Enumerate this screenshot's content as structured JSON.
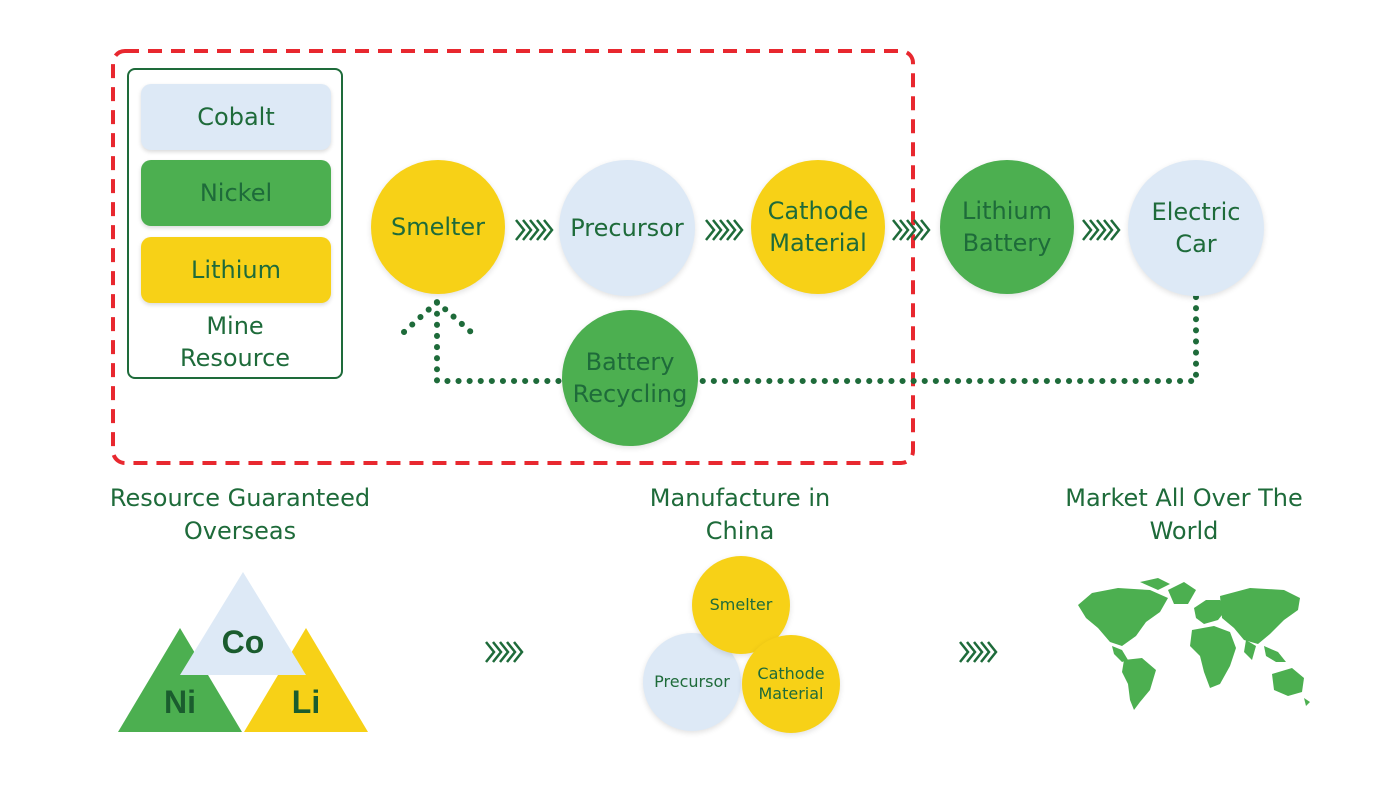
{
  "colors": {
    "green": "#4caf50",
    "yellow": "#f7d117",
    "light_blue": "#dde9f6",
    "dark_green": "#1e6b3a",
    "red_dashed": "#e8282f"
  },
  "mine": {
    "items": [
      "Cobalt",
      "Nickel",
      "Lithium"
    ],
    "label_line1": "Mine",
    "label_line2": "Resource"
  },
  "flow": {
    "smelter": "Smelter",
    "precursor": "Precursor",
    "cathode_line1": "Cathode",
    "cathode_line2": "Material",
    "battery_line1": "Lithium",
    "battery_line2": "Battery",
    "car_line1": "Electric",
    "car_line2": "Car",
    "recycling_line1": "Battery",
    "recycling_line2": "Recycling"
  },
  "sections": {
    "resource_line1": "Resource Guaranteed",
    "resource_line2": "Overseas",
    "manufacture_line1": "Manufacture in",
    "manufacture_line2": "China",
    "market_line1": "Market All Over The",
    "market_line2": "World"
  },
  "triangles": {
    "co": "Co",
    "ni": "Ni",
    "li": "Li"
  },
  "china_cluster": {
    "smelter": "Smelter",
    "precursor": "Precursor",
    "cathode_line1": "Cathode",
    "cathode_line2": "Material"
  },
  "icons": {
    "arrow": "chevron-arrow-icon",
    "map": "world-map-icon"
  }
}
